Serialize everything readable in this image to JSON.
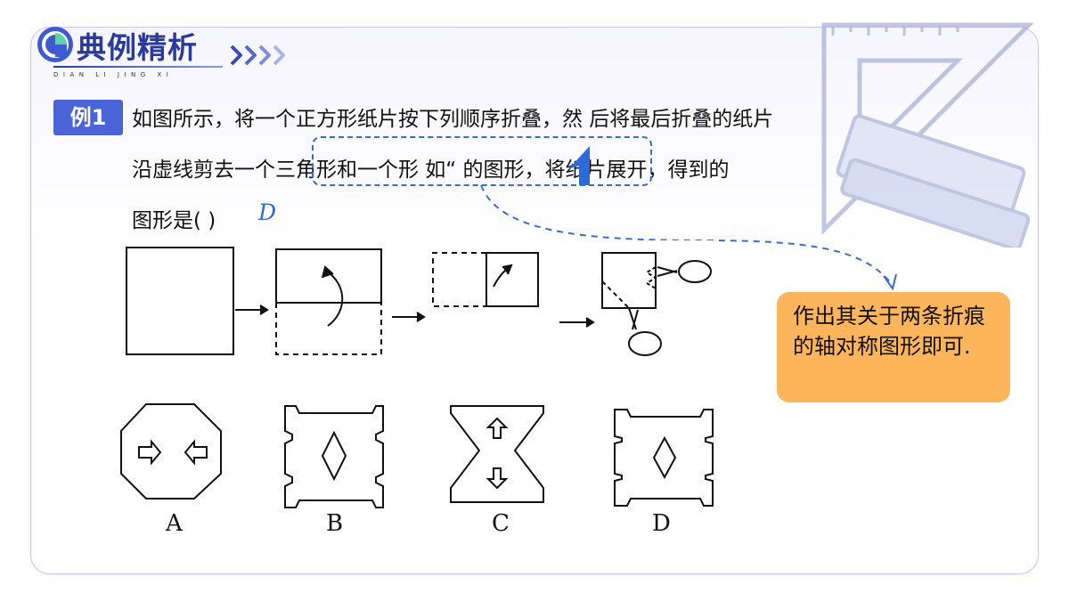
{
  "header": {
    "title": "典例精析",
    "subtitle": "DIAN LI JING XI"
  },
  "example": {
    "badge": "例1",
    "line1": "如图所示，将一个正方形纸片按下列顺序折叠，然 后将最后折叠的纸片",
    "line2": "沿虚线剪去一个三角形和一个形 如“         的图形，将纸片展开，得到的",
    "line3": "图形是(         )",
    "answer": "D"
  },
  "hint": {
    "text": "作出其关于两条折痕的轴对称图形即可."
  },
  "options": {
    "a": "A",
    "b": "B",
    "c": "C",
    "d": "D"
  },
  "colors": {
    "brand": "#2a3a9c",
    "badge": "#4a63d6",
    "accent_blue": "#3e6ad6",
    "hint_bg": "#fdb55b"
  }
}
